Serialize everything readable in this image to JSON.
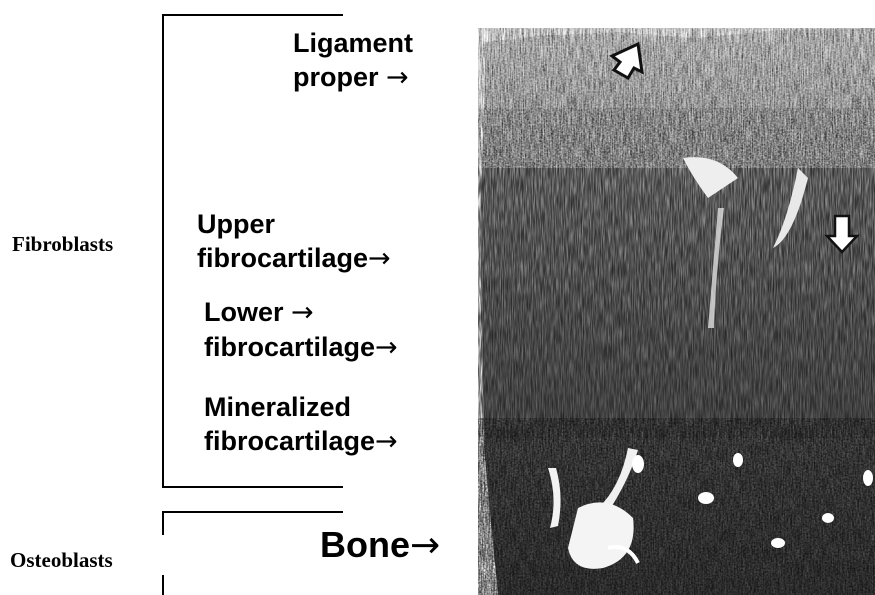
{
  "cell_types": {
    "fibroblasts": "Fibroblasts",
    "osteoblasts": "Osteoblasts"
  },
  "layers": {
    "ligament_proper": {
      "line1": "Ligament",
      "line2": "proper",
      "arrow": "→"
    },
    "upper_fibrocartilage": {
      "line1": "Upper",
      "line2": "fibrocartilage",
      "arrow": "→"
    },
    "lower_fibrocartilage": {
      "line1": "Lower",
      "line1_arrow": "→",
      "line2": "fibrocartilage",
      "arrow": "→"
    },
    "mineralized_fibrocartilage": {
      "line1": "Mineralized",
      "line2": "fibrocartilage",
      "arrow": "→"
    },
    "bone": {
      "line1": "Bone",
      "arrow": "→"
    }
  },
  "colors": {
    "text": "#000000",
    "background": "#ffffff",
    "tissue_light": "#d8d8d8",
    "tissue_dark": "#3a3a3a"
  },
  "icons": {
    "micrograph_arrow_top": "hollow-arrow-icon",
    "micrograph_arrow_right": "hollow-down-arrow-icon"
  }
}
